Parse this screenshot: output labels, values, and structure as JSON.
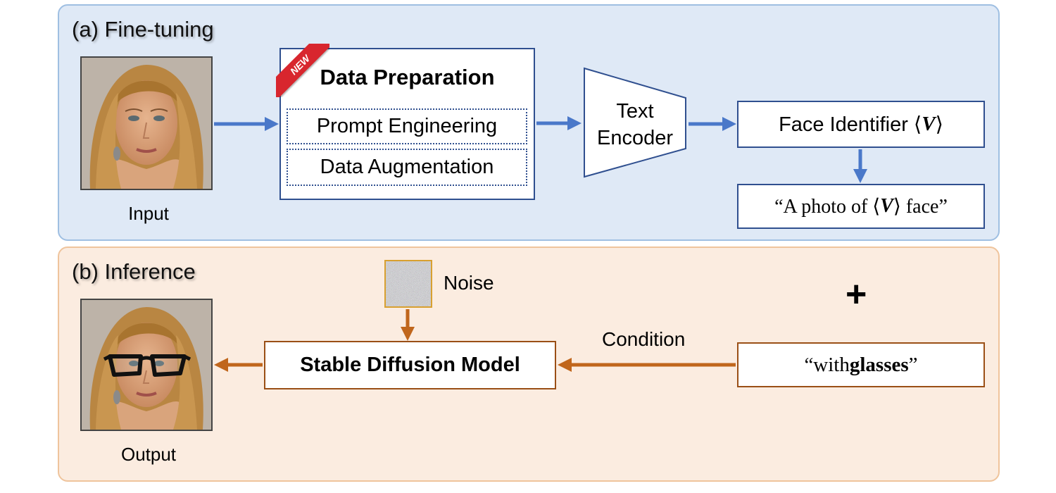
{
  "finetune": {
    "title": "(a) Fine-tuning",
    "input_caption": "Input",
    "new_badge": "NEW",
    "data_prep": {
      "title": "Data Preparation",
      "items": [
        "Prompt Engineering",
        "Data Augmentation"
      ]
    },
    "text_encoder": [
      "Text",
      "Encoder"
    ],
    "face_identifier": {
      "prefix": "Face Identifier ⟨",
      "token": "V",
      "suffix": "⟩"
    },
    "prompt": {
      "prefix": "“A photo of ⟨",
      "token": "V",
      "suffix": "⟩ face”"
    }
  },
  "inference": {
    "title": "(b) Inference",
    "noise_label": "Noise",
    "plus_sign": "+",
    "condition_label": "Condition",
    "model": "Stable Diffusion Model",
    "condition_text": {
      "prefix": "“with ",
      "bold": "glasses",
      "suffix": "”"
    },
    "output_caption": "Output"
  },
  "colors": {
    "blue_arrow": "#4a78c9",
    "orange_arrow": "#c0661c",
    "blue_border": "#2f4f8f",
    "orange_border": "#9a4f16",
    "panel_a_bg": "#dfe9f6",
    "panel_b_bg": "#fbece0"
  }
}
